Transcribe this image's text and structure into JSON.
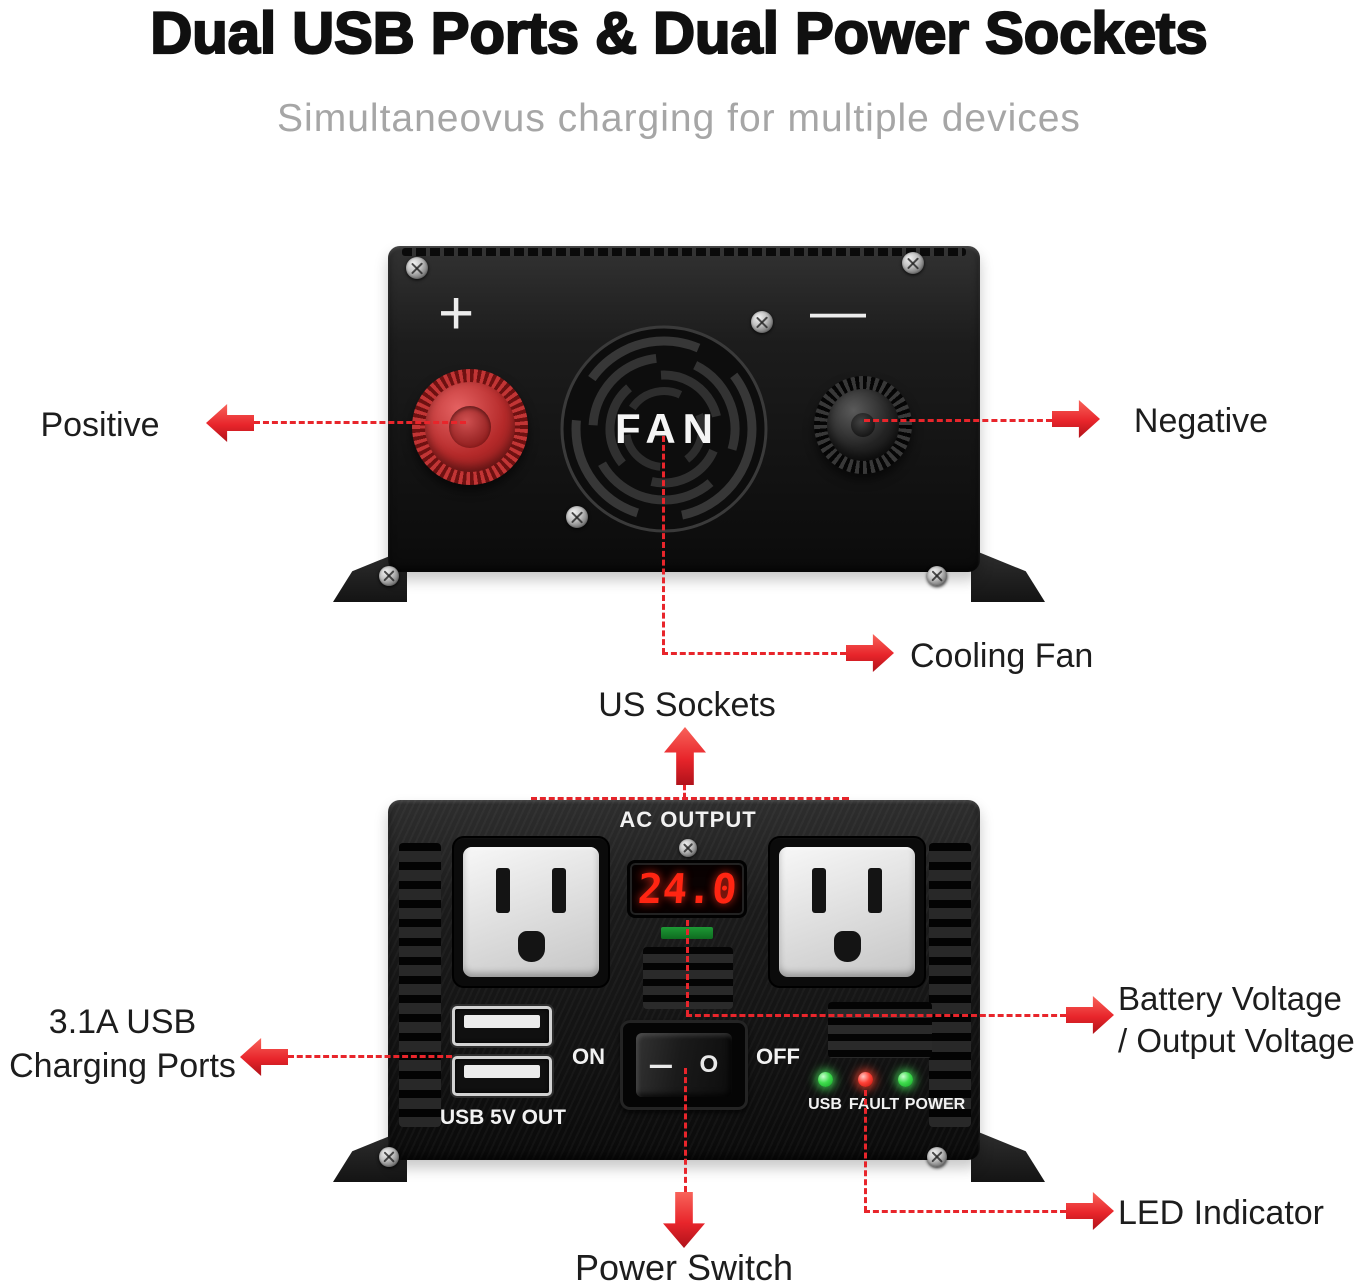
{
  "header": {
    "title": "Dual USB Ports & Dual Power Sockets",
    "subtitle": "Simultaneovus charging for multiple devices"
  },
  "top_device": {
    "positive_mark": "+",
    "negative_mark": "—",
    "fan_label": "FAN"
  },
  "bottom_device": {
    "ac_output_label": "AC OUTPUT",
    "display_value": "24.0",
    "usb_ports_label": "USB 5V OUT",
    "on_label": "ON",
    "off_label": "OFF",
    "switch_on_mark": "—",
    "switch_off_mark": "O",
    "led_labels": [
      "USB",
      "FAULT",
      "POWER"
    ]
  },
  "callouts": {
    "positive": "Positive",
    "negative": "Negative",
    "cooling_fan": "Cooling Fan",
    "us_sockets": "US Sockets",
    "usb_charging": [
      "3.1A USB",
      "Charging Ports"
    ],
    "battery_voltage": [
      "Battery Voltage",
      "/ Output Voltage"
    ],
    "led_indicator": "LED Indicator",
    "power_switch": "Power Switch"
  },
  "colors": {
    "accent_red": "#e8252b",
    "led_green": "#35d343",
    "led_red": "#ff352a",
    "display_red": "#ff2512",
    "title_color": "#111111",
    "subtitle_color": "#a6a6a6"
  }
}
